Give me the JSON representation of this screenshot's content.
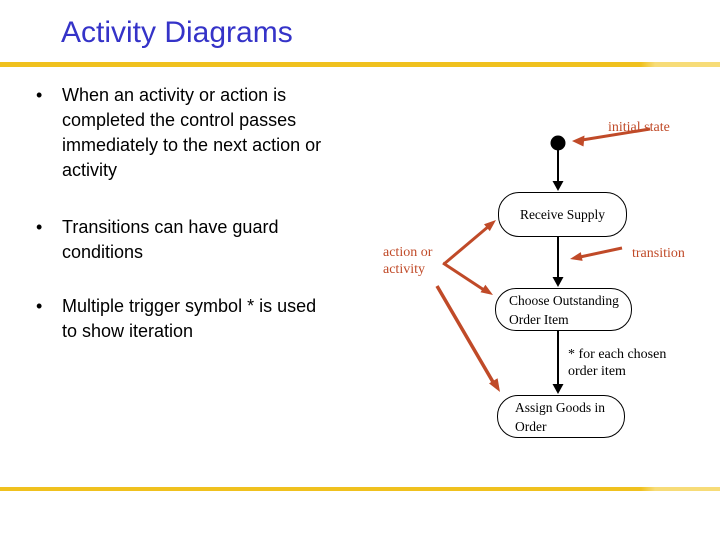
{
  "slide": {
    "title": "Activity Diagrams",
    "bullets": [
      {
        "text": "When an activity or action is completed the control passes immediately to the next action or activity"
      },
      {
        "text": "Transitions can have guard conditions"
      },
      {
        "text": "Multiple trigger symbol * is used to show iteration"
      }
    ]
  },
  "diagram": {
    "nodes": [
      {
        "id": "receive-supply",
        "label": "Receive Supply"
      },
      {
        "id": "choose-outstanding",
        "label": "Choose Outstanding Order Item"
      },
      {
        "id": "assign-goods",
        "label": "Assign Goods in Order"
      }
    ],
    "annotations": {
      "initial_state": "initial state",
      "action_or_activity": "action or activity",
      "transition": "transition",
      "multiple_trigger": "* for each chosen order item"
    }
  },
  "colors": {
    "title_blue": "#3533C8",
    "gold": "#F0C11E",
    "gold_light": "#F7DC78",
    "red": "#C04A28",
    "ink": "#000000"
  }
}
